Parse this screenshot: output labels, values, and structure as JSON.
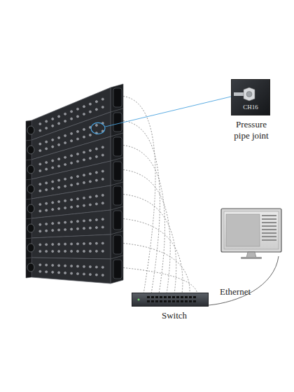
{
  "diagram": {
    "nodes": [
      {
        "text": [
          "CH16",
          "Pressure pipe joint"
        ]
      },
      {
        "text": [
          "Switch"
        ]
      }
    ],
    "labels": [
      "Ethernet"
    ]
  }
}
